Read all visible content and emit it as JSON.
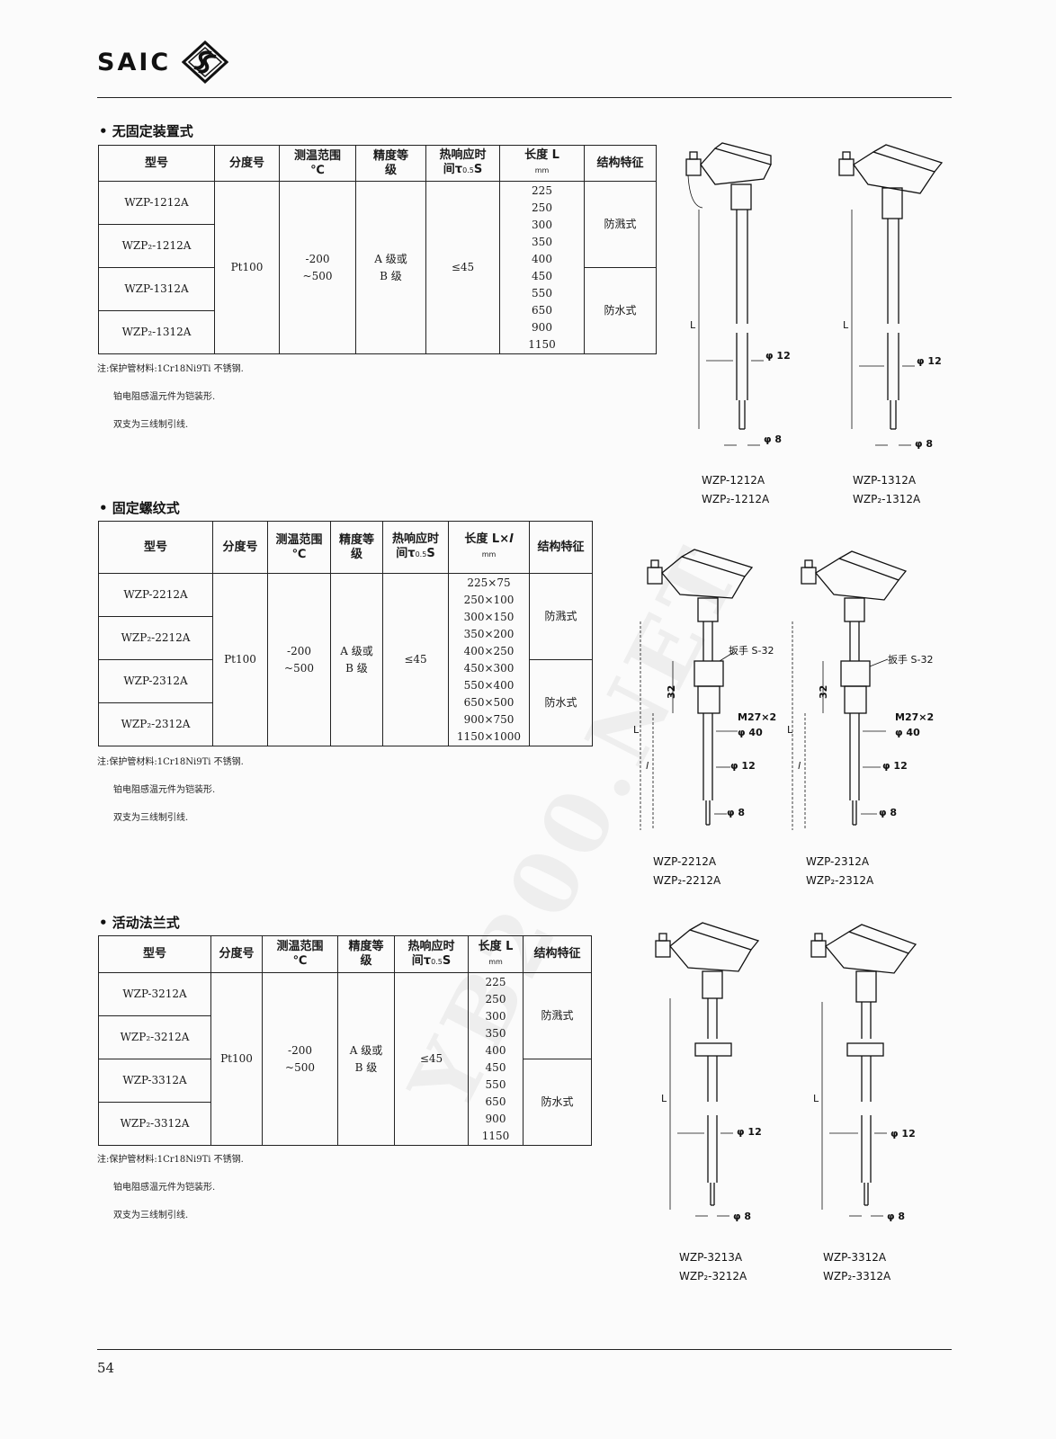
{
  "header": {
    "brand": "SAIC"
  },
  "headings": {
    "model": "型号",
    "graduation": "分度号",
    "range_top": "测温范围",
    "range_unit": "℃",
    "accuracy_top": "精度等",
    "accuracy_bottom": "级",
    "response_top": "热响应时",
    "response_bottom": "间τ",
    "response_sub": "0.5",
    "response_unit": "S",
    "length": "长度 L",
    "length_lxl": "长度 L×",
    "length_l_small": "l",
    "length_unit": "mm",
    "structure": "结构特征"
  },
  "notes": {
    "line1": "注:保护管材料:1Cr18Ni9Ti 不锈钢.",
    "line2": "铂电阻感温元件为铠装形.",
    "line3": "双支为三线制引线."
  },
  "sections": [
    {
      "title": "• 无固定装置式",
      "models": [
        "WZP-1212A",
        "WZP₂-1212A",
        "WZP-1312A",
        "WZP₂-1312A"
      ],
      "graduation": "Pt100",
      "range_line1": "-200",
      "range_line2": "~500",
      "accuracy_line1": "A 级或",
      "accuracy_line2": "B 级",
      "response": "≤45",
      "lengths": [
        "225",
        "250",
        "300",
        "350",
        "400",
        "450",
        "550",
        "650",
        "900",
        "1150"
      ],
      "structure_a": "防溅式",
      "structure_b": "防水式",
      "captions": [
        [
          "WZP-1212A",
          "WZP₂-1212A"
        ],
        [
          "WZP-1312A",
          "WZP₂-1312A"
        ]
      ]
    },
    {
      "title": "• 固定螺纹式",
      "models": [
        "WZP-2212A",
        "WZP₂-2212A",
        "WZP-2312A",
        "WZP₂-2312A"
      ],
      "graduation": "Pt100",
      "range_line1": "-200",
      "range_line2": "~500",
      "accuracy_line1": "A 级或",
      "accuracy_line2": "B 级",
      "response": "≤45",
      "lengths": [
        "225×75",
        "250×100",
        "300×150",
        "350×200",
        "400×250",
        "450×300",
        "550×400",
        "650×500",
        "900×750",
        "1150×1000"
      ],
      "structure_a": "防溅式",
      "structure_b": "防水式",
      "captions": [
        [
          "WZP-2212A",
          "WZP₂-2212A"
        ],
        [
          "WZP-2312A",
          "WZP₂-2312A"
        ]
      ]
    },
    {
      "title": "• 活动法兰式",
      "models": [
        "WZP-3212A",
        "WZP₂-3212A",
        "WZP-3312A",
        "WZP₂-3312A"
      ],
      "graduation": "Pt100",
      "range_line1": "-200",
      "range_line2": "~500",
      "accuracy_line1": "A 级或",
      "accuracy_line2": "B 级",
      "response": "≤45",
      "lengths": [
        "225",
        "250",
        "300",
        "350",
        "400",
        "450",
        "550",
        "650",
        "900",
        "1150"
      ],
      "structure_a": "防溅式",
      "structure_b": "防水式",
      "captions": [
        [
          "WZP-3213A",
          "WZP₂-3212A"
        ],
        [
          "WZP-3312A",
          "WZP₂-3312A"
        ]
      ]
    }
  ],
  "dimensions": {
    "phi12": "φ 12",
    "phi8": "φ 8",
    "phi40": "φ 40",
    "m27": "M27×2",
    "wrench": "扳手 S-32",
    "h32": "32",
    "L": "L",
    "l": "l"
  },
  "watermark": "YB200.NET",
  "footer": {
    "page_number": "54"
  }
}
